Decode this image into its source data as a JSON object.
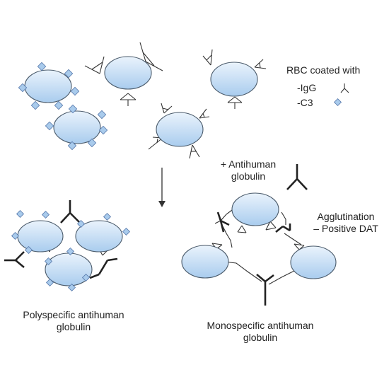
{
  "legend": {
    "title": "RBC coated with",
    "igg_label": "-IgG",
    "c3_label": "-C3",
    "igg_icon": "igg-antibody-icon",
    "c3_icon": "c3-diamond-icon"
  },
  "reagent": {
    "line1": "+ Antihuman",
    "line2": "globulin",
    "icon": "antihuman-globulin-icon"
  },
  "result": {
    "line1": "Agglutination",
    "line2": "– Positive DAT"
  },
  "captions": {
    "poly_line1": "Polyspecific antihuman",
    "poly_line2": "globulin",
    "mono_line1": "Monospecific antihuman",
    "mono_line2": "globulin"
  },
  "colors": {
    "cell_fill_light": "#eaf3fc",
    "cell_fill_dark": "#a9ccee",
    "cell_stroke": "#4a5a6a",
    "c3_fill": "#a9cbec",
    "c3_stroke": "#5577aa",
    "line": "#333333"
  }
}
